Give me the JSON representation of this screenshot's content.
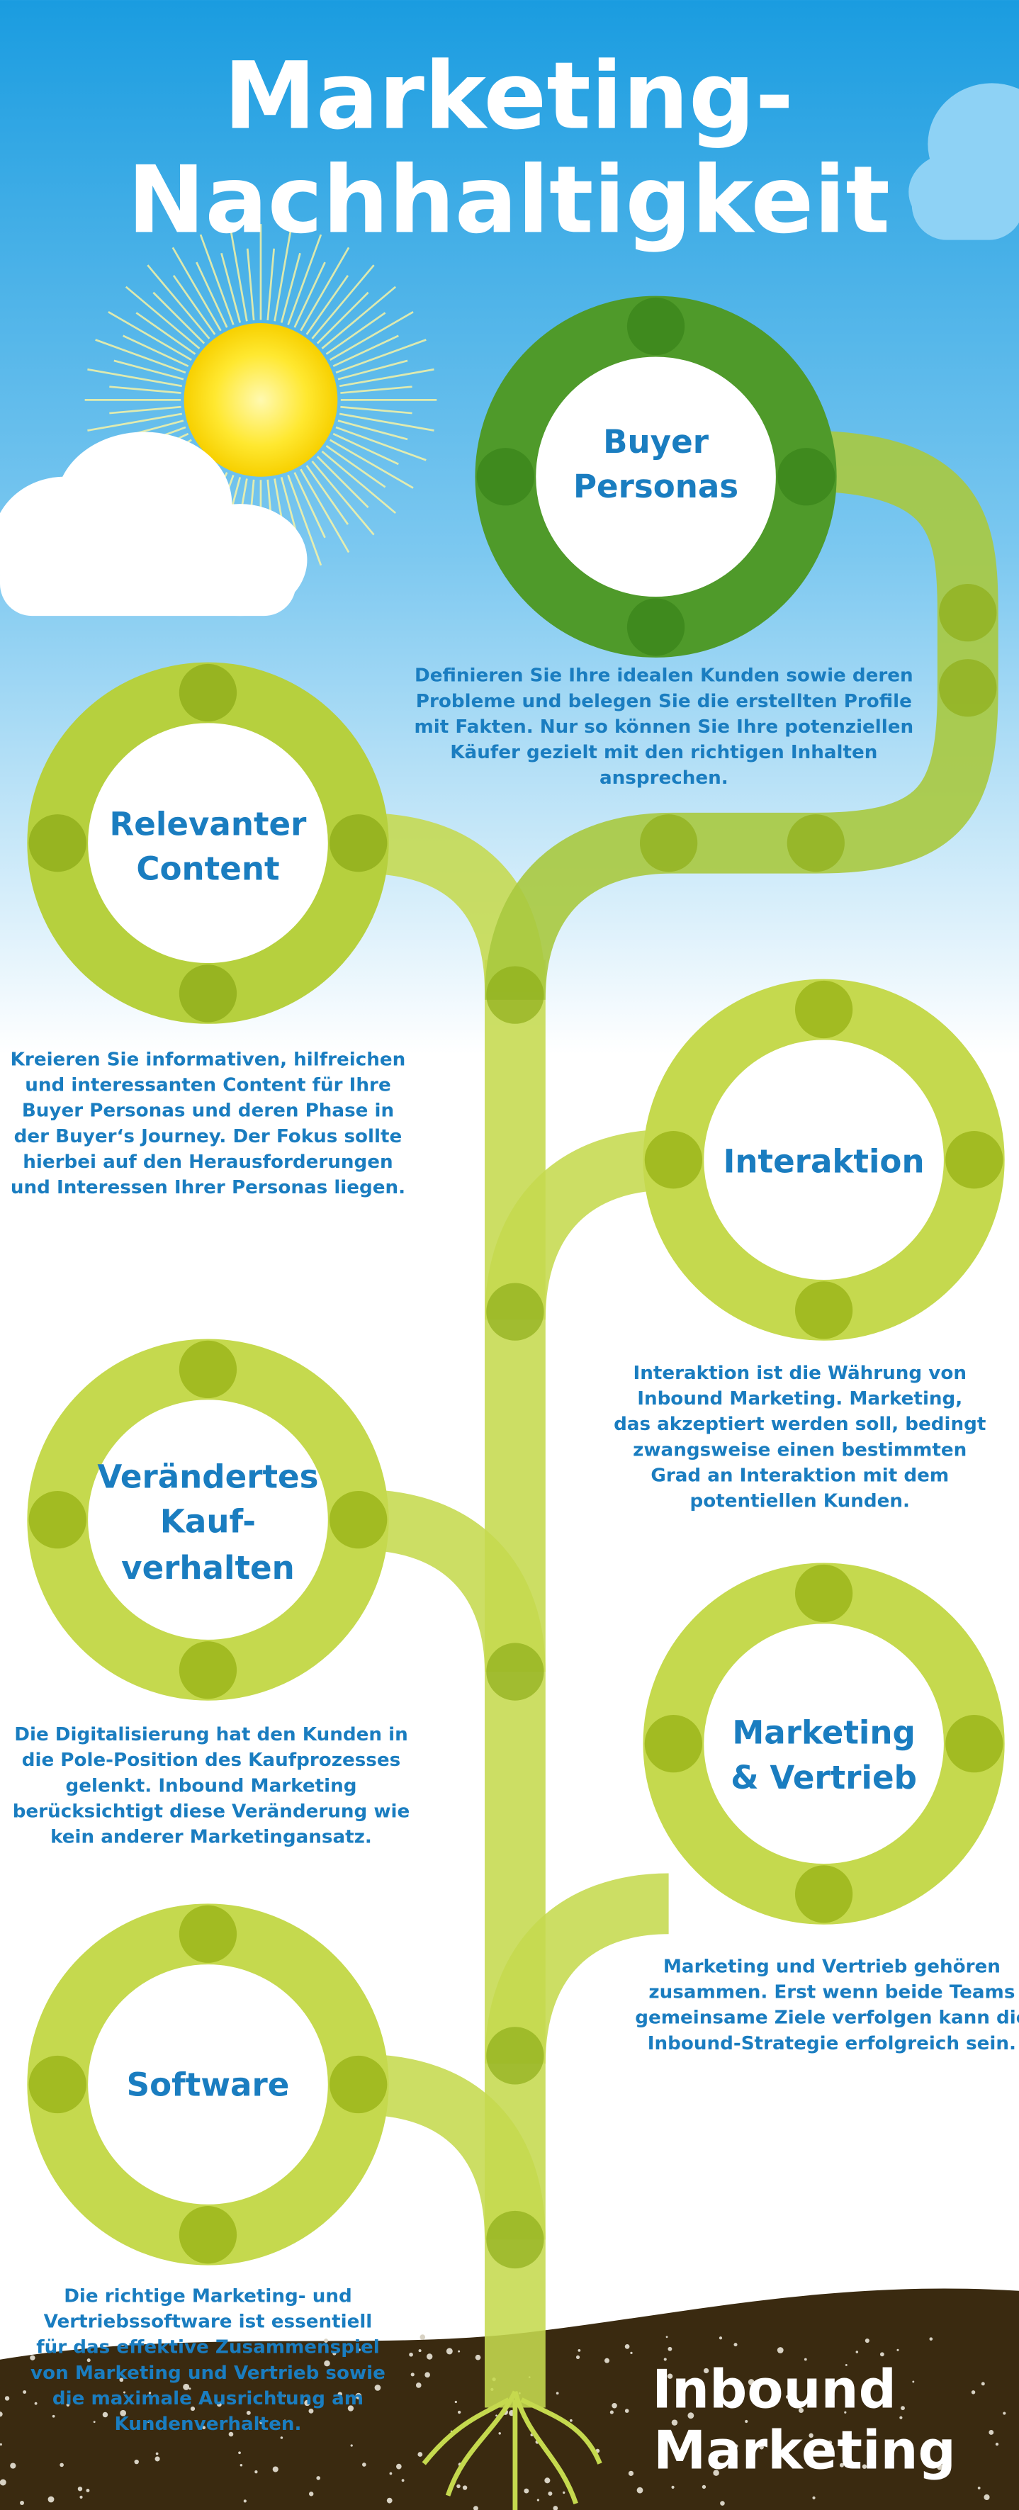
{
  "title": {
    "line1": "Marketing-",
    "line2": "Nachhaltigkeit"
  },
  "colors": {
    "sky_top": "#1a9ce0",
    "text_blue": "#1a7dc0",
    "dark_green": "#4f9a2a",
    "light_green": "#c5d94e",
    "soil": "#3a2a10"
  },
  "items": [
    {
      "title": [
        "Buyer",
        "Personas"
      ],
      "desc": [
        "Definieren Sie Ihre idealen Kunden sowie deren",
        "Probleme und belegen Sie die erstellten Profile",
        "mit Fakten. Nur so können Sie Ihre potenziellen",
        "Käufer gezielt mit den richtigen Inhalten",
        "ansprechen."
      ]
    },
    {
      "title": [
        "Relevanter",
        "Content"
      ],
      "desc": [
        "Kreieren Sie informativen, hilfreichen",
        "und interessanten Content für Ihre",
        "Buyer Personas und deren Phase in",
        "der Buyer‘s Journey. Der Fokus sollte",
        "hierbei auf den Herausforderungen",
        "und Interessen Ihrer Personas liegen."
      ]
    },
    {
      "title": [
        "Interaktion"
      ],
      "desc": [
        "Interaktion ist die Währung von",
        "Inbound Marketing. Marketing,",
        "das akzeptiert werden soll, bedingt",
        "zwangsweise einen bestimmten",
        "Grad an Interaktion mit dem",
        "potentiellen Kunden."
      ]
    },
    {
      "title": [
        "Verändertes",
        "Kauf-",
        "verhalten"
      ],
      "desc": [
        "Die Digitalisierung hat den Kunden in",
        "die Pole-Position des Kaufprozesses",
        "gelenkt. Inbound Marketing",
        "berücksichtigt diese Veränderung wie",
        "kein anderer Marketingansatz."
      ]
    },
    {
      "title": [
        "Marketing",
        "& Vertrieb"
      ],
      "desc": [
        "Marketing und Vertrieb gehören",
        "zusammen. Erst wenn beide Teams",
        "gemeinsame Ziele verfolgen kann die",
        "Inbound-Strategie erfolgreich sein."
      ]
    },
    {
      "title": [
        "Software"
      ],
      "desc": [
        "Die richtige Marketing- und",
        "Vertriebssoftware ist essentiell",
        "für das effektive Zusammenspiel",
        "von Marketing und Vertrieb sowie",
        "die maximale Ausrichtung am",
        "Kundenverhalten."
      ]
    }
  ],
  "footer": {
    "line1": "Inbound",
    "line2": "Marketing"
  }
}
